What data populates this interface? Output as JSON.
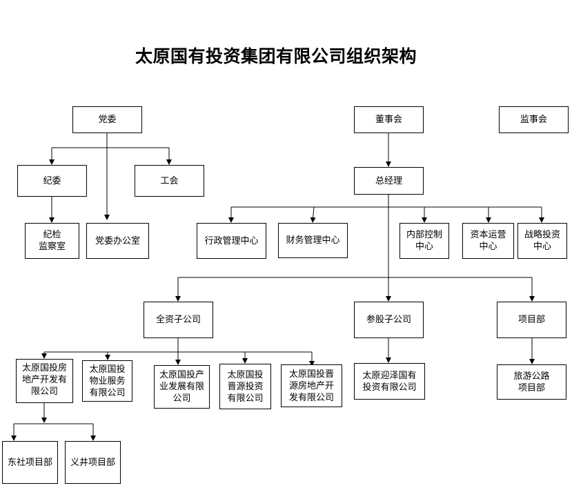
{
  "title": "太原国有投资集团有限公司组织架构",
  "colors": {
    "line": "#000000",
    "box_border": "#000000",
    "background": "#ffffff"
  },
  "nodes": {
    "party_committee": "党委",
    "board": "董事会",
    "supervisory_board": "监事会",
    "discipline_committee": "纪委",
    "labor_union": "工会",
    "general_manager": "总经理",
    "discipline_office": "纪检\n监察室",
    "party_office": "党委办公室",
    "admin_center": "行政管理中心",
    "finance_center": "财务管理中心",
    "internal_control_center": "内部控制\n中心",
    "capital_ops_center": "资本运营\n中心",
    "strategic_invest_center": "战略投资\n中心",
    "wholly_owned_subs": "全资子公司",
    "equity_subs": "参股子公司",
    "project_dept": "项目部",
    "real_estate_co": "太原国投房\n地产开发有\n限公司",
    "property_service_co": "太原国投\n物业服务\n有限公司",
    "industry_dev_co": "太原国投产\n业发展有限\n公司",
    "jinyuan_invest_co": "太原国投\n晋源投资\n有限公司",
    "jinyuan_real_estate_co": "太原国投晋\n源房地产开\n发有限公司",
    "yingze_invest_co": "太原迎泽国有\n投资有限公司",
    "tourism_road_dept": "旅游公路\n项目部",
    "dongshe_project": "东社项目部",
    "yijing_project": "义井项目部"
  }
}
